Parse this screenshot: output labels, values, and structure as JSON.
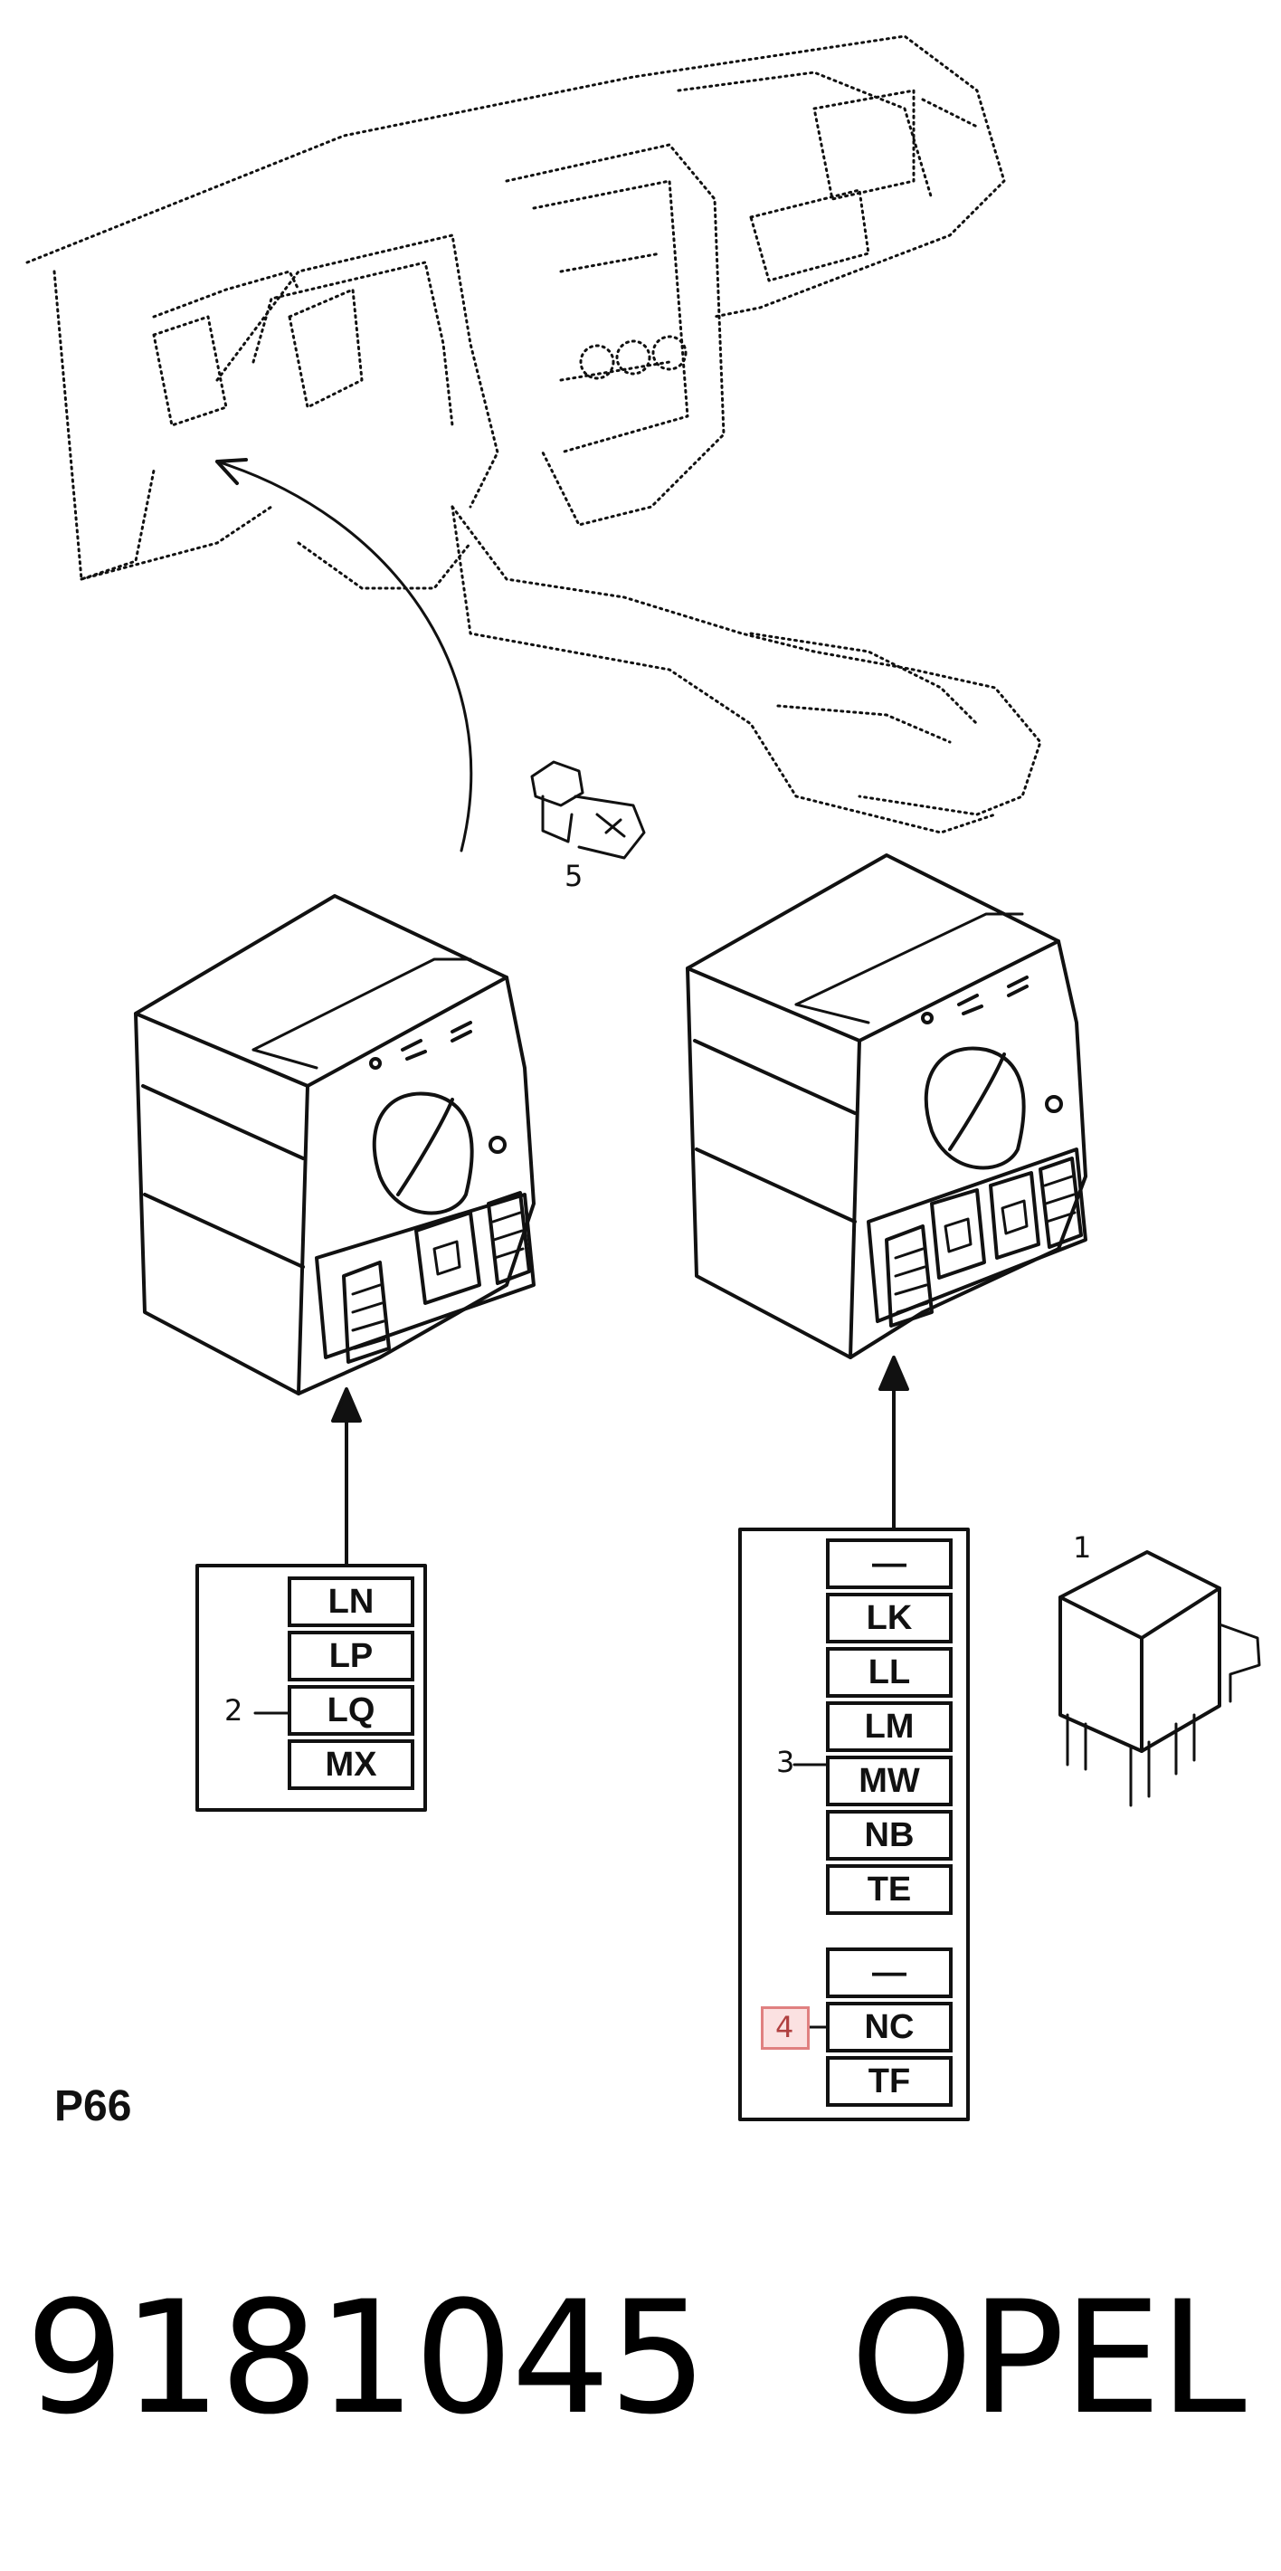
{
  "callouts": {
    "item1": "1",
    "item2": "2",
    "item3": "3",
    "item4": "4",
    "item5": "5"
  },
  "group2_codes": [
    "LN",
    "LP",
    "LQ",
    "MX"
  ],
  "group3_codes": [
    "—",
    "LK",
    "LL",
    "LM",
    "MW",
    "NB",
    "TE"
  ],
  "group4_codes": [
    "—",
    "NC",
    "TF"
  ],
  "page_ref": "P66",
  "part_number": "9181045",
  "brand": "OPEL",
  "colors": {
    "line": "#111111",
    "highlight": "#e08080"
  },
  "icons": [
    "dashboard-illustration",
    "bulb-icon",
    "light-switch-module",
    "relay-icon",
    "arrow-icon"
  ]
}
